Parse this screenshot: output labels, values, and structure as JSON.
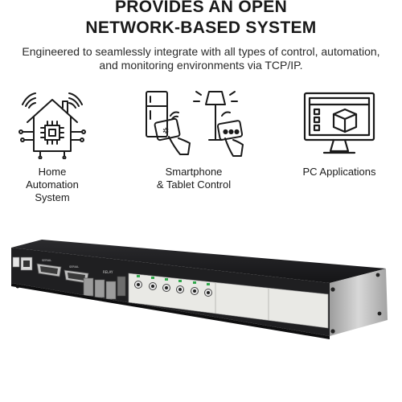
{
  "header": {
    "title_line1": "PROVIDES AN OPEN",
    "title_line2": "NETWORK-BASED SYSTEM",
    "subtitle": "Engineered to seamlessly integrate with all types of control, automation, and monitoring environments via TCP/IP."
  },
  "features": [
    {
      "icon": "smart-home-icon",
      "label_lines": [
        "Home",
        "Automation",
        "System"
      ]
    },
    {
      "icon": "smartphone-tablet-control-icon",
      "label_lines": [
        "Smartphone",
        "& Tablet Control"
      ]
    },
    {
      "icon": "pc-monitor-icon",
      "label_lines": [
        "PC Applications"
      ]
    }
  ],
  "device": {
    "port_labels": [
      "RELAY",
      "SERIAL",
      "SERIAL"
    ],
    "colors": {
      "body": "#1b1b1d",
      "panel": "#e9e9e5",
      "led": "#2ea84a",
      "endcap": "#b7b7b7"
    }
  }
}
